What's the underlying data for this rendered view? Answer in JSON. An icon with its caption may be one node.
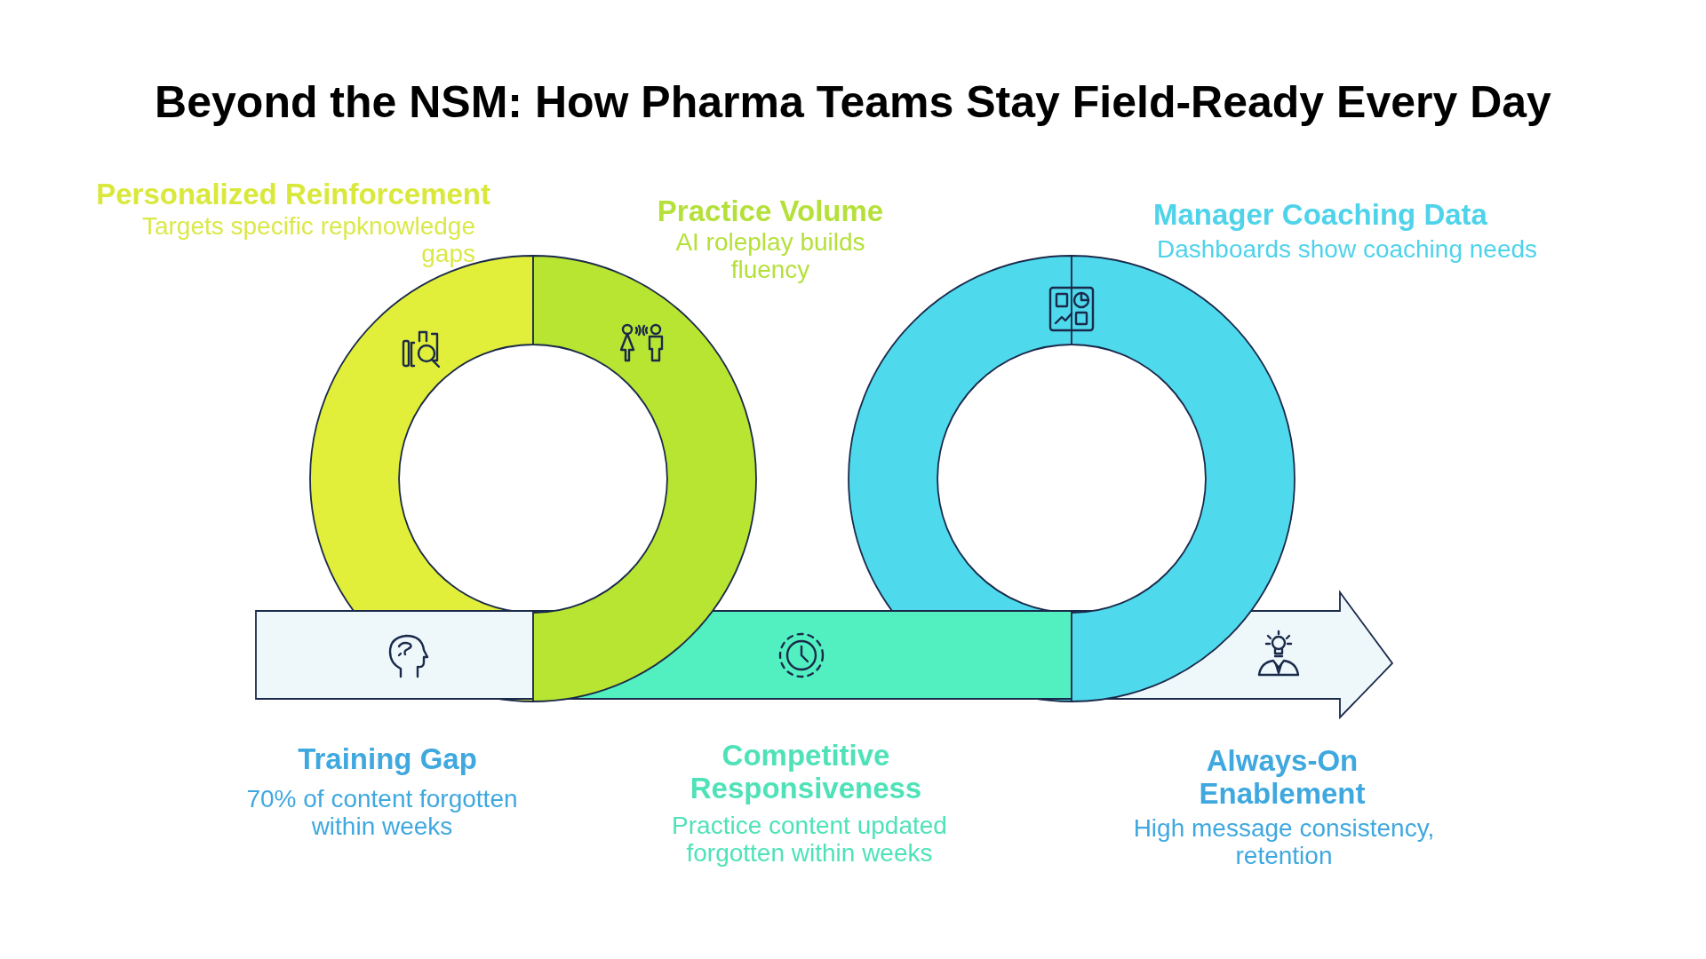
{
  "diagram": {
    "title": "Beyond the NSM: How Pharma Teams Stay Field-Ready Every Day",
    "labels": [
      "Personalized Reinforcement",
      "Targets specific repknowledge gaps",
      "Practice Volume",
      "AI roleplay builds fluency",
      "Manager Coaching Data",
      "Dashboards show coaching needs",
      "Training Gap",
      "70% of content forgotten within weeks",
      "Competitive Responsiveness",
      "Practice content updated forgotten within weeks",
      "Always-On Enablement",
      "High message consistency, retention"
    ]
  }
}
